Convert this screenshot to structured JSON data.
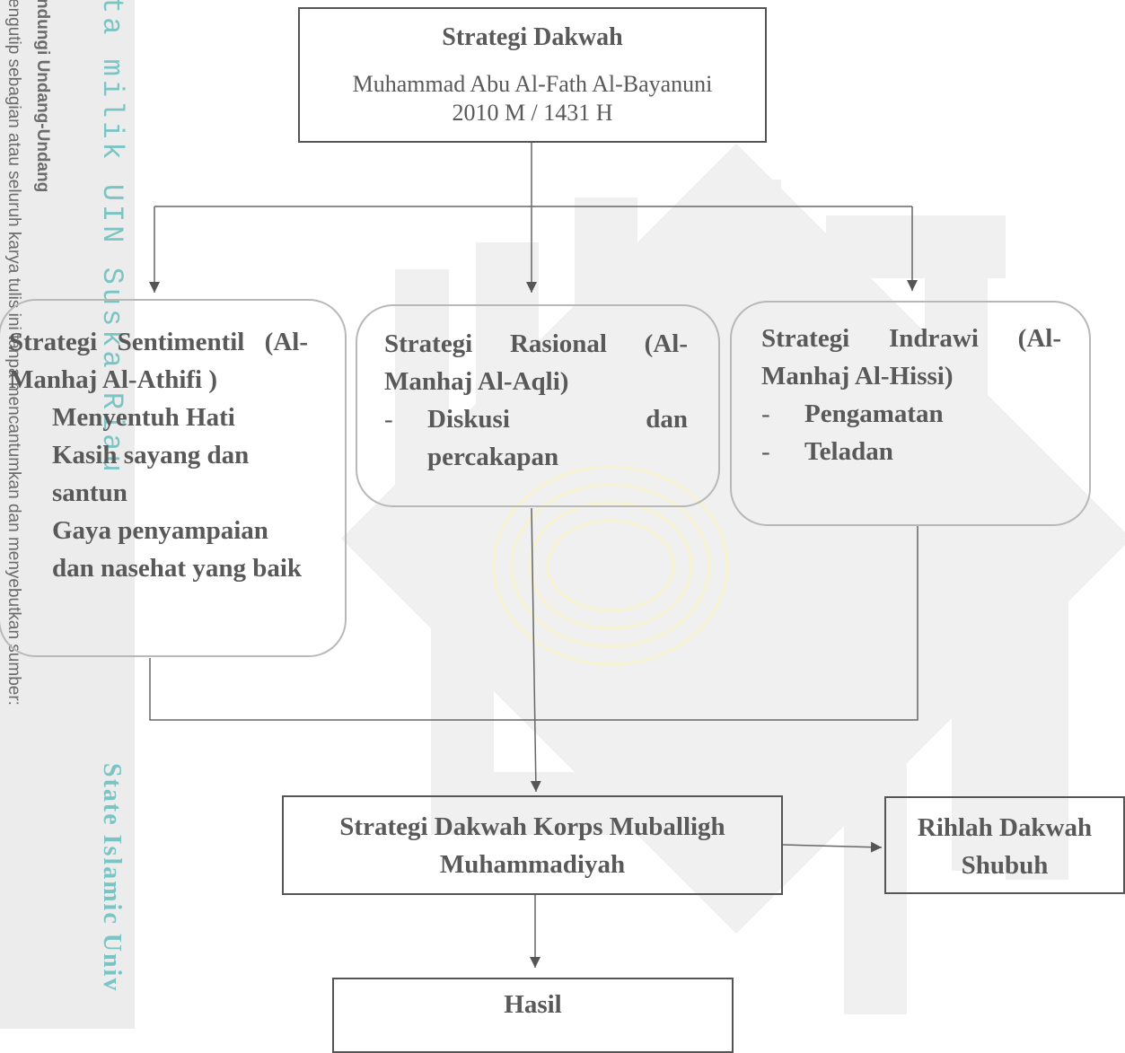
{
  "margin": {
    "line1": "ndungi Undang-Undang",
    "line2": "engutip sebagian atau seluruh karya tulis ini tanpa mencantumkan dan menyebutkan sumber:",
    "line3": "ta milik UIN Suska Riau",
    "line4": "State Islamic Univ"
  },
  "top": {
    "title": "Strategi Dakwah",
    "author": "Muhammad Abu Al-Fath Al-Bayanuni",
    "year": "2010 M / 1431 H"
  },
  "strategies": {
    "sentimentil": {
      "title": "Strategi Sentimentil (Al-Manhaj Al-Athifi )",
      "items": [
        "Menyentuh Hati",
        "Kasih sayang dan santun",
        "Gaya penyampaian dan nasehat yang baik"
      ]
    },
    "rasional": {
      "title": "Strategi Rasional (Al-Manhaj Al-Aqli)",
      "items": [
        "Diskusi dan percakapan"
      ]
    },
    "indrawi": {
      "title": "Strategi Indrawi (Al-Manhaj Al-Hissi)",
      "items": [
        "Pengamatan",
        "Teladan"
      ]
    }
  },
  "bullet": "-",
  "middle": {
    "title": "Strategi Dakwah Korps Muballigh Muhammadiyah"
  },
  "rihlah": {
    "title": "Rihlah Dakwah Shubuh"
  },
  "result": {
    "title": "Hasil"
  }
}
